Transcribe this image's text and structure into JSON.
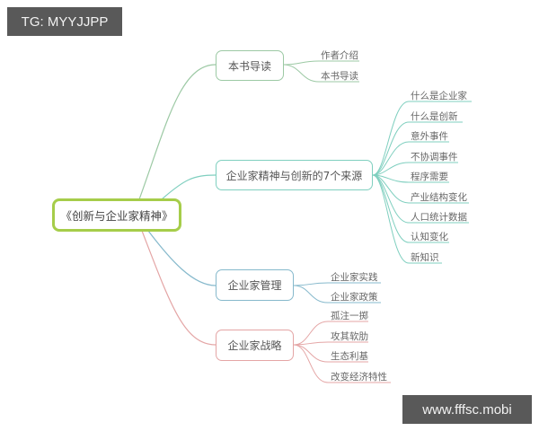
{
  "watermark_top": "TG: MYYJJPP",
  "watermark_bottom": "www.fffsc.mobi",
  "mindmap": {
    "root": "《创新与企业家精神》",
    "colors": {
      "root_border": "#a6cd4a",
      "branch_green": "#9cc9a4",
      "branch_teal": "#7fcfbf",
      "branch_blue": "#86b9cc",
      "branch_pink": "#e4a5a5"
    },
    "branches": [
      {
        "label": "本书导读",
        "children": [
          "作者介绍",
          "本书导读"
        ]
      },
      {
        "label": "企业家精神与创新的7个来源",
        "children": [
          "什么是企业家",
          "什么是创新",
          "意外事件",
          "不协调事件",
          "程序需要",
          "产业结构变化",
          "人口统计数据",
          "认知变化",
          "新知识"
        ]
      },
      {
        "label": "企业家管理",
        "children": [
          "企业家实践",
          "企业家政策"
        ]
      },
      {
        "label": "企业家战略",
        "children": [
          "孤注一掷",
          "攻其软肋",
          "生态利基",
          "改变经济特性"
        ]
      }
    ]
  }
}
